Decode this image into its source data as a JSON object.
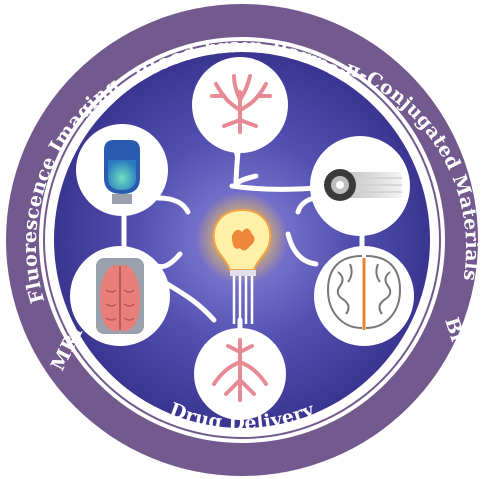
{
  "ring_labels": {
    "bbb": "Blood-brain Barrier",
    "pi_conjugated": "π-Conjugated Materials",
    "brain_tumor": "Brain Tumor",
    "drug_delivery": "Drug Delivery",
    "mri": "MRI",
    "fluorescence_imaging": "Fluorescence Imaging"
  },
  "colors": {
    "ring_outer": "#735a8e",
    "ring_inner_line": "#ffffff",
    "center_disc": "#4a45a0",
    "center_glow": "#8a86d6",
    "node_fill": "#ffffff",
    "vessel": "#e88a95",
    "bulb_glow": "#f6d04a",
    "bulb_core": "#f0a25a",
    "brain_mri": "#e87f7a",
    "connector": "#ffffff"
  },
  "icons": [
    "blood-vessel-icon",
    "light-source-icon",
    "brain-section-icon",
    "blood-vessel-icon",
    "brain-mri-icon",
    "fluorescence-tube-icon",
    "glowing-bulb-icon"
  ]
}
